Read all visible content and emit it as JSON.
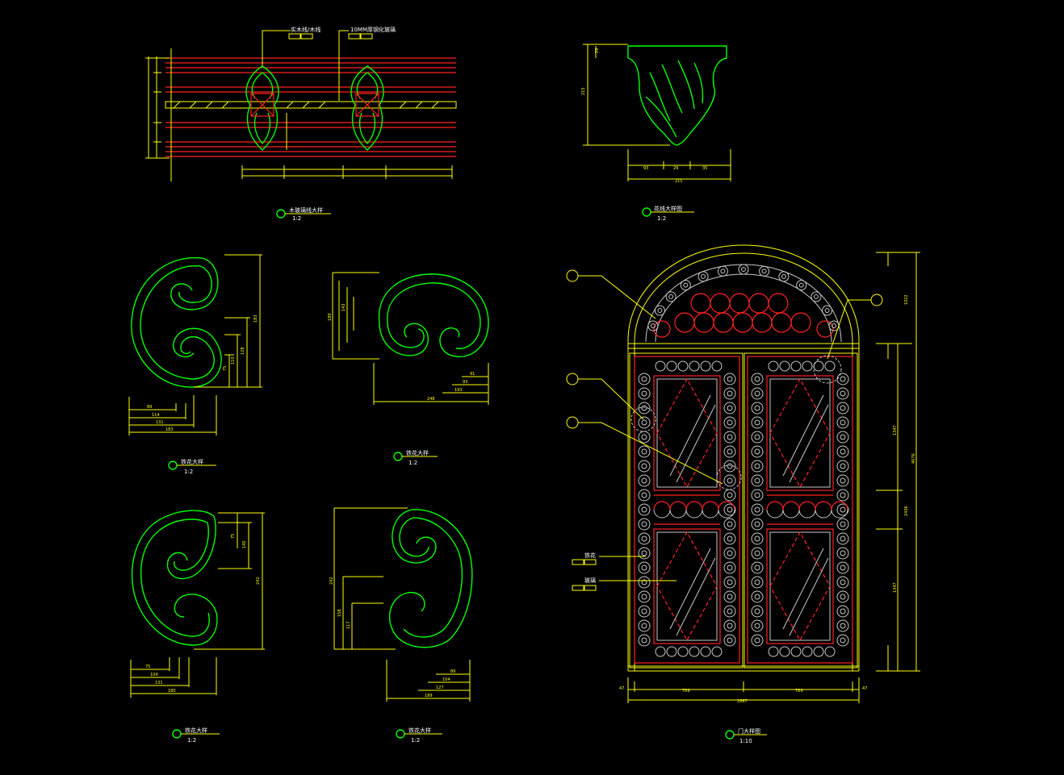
{
  "colors": {
    "background": "#000000",
    "dimension": "#ffff00",
    "profile": "#00ff00",
    "frame": "#ff2222",
    "ironwork": "#c8c8c8",
    "glass": "#00ffff"
  },
  "notes": {
    "top_note_1": "实木线/木线",
    "top_note_2": "10MM厚钢化玻璃",
    "door_note_flower": "铁花",
    "door_note_glass": "玻璃"
  },
  "titles": {
    "title_1": "木玻璃线大样",
    "title_2": "花线大样图",
    "title_3": "铁花大样",
    "title_4": "铁花大样",
    "title_5": "铁花大样",
    "title_6": "铁花大样",
    "title_7": "门大样图"
  },
  "scales": {
    "s1": "1:2",
    "s2": "1:2",
    "s3": "1:2",
    "s4": "1:2",
    "s5": "1:2",
    "s6": "1:2",
    "s7": "1:10"
  },
  "dims": {
    "d_215": "215",
    "d_93": "93",
    "d_29": "29",
    "d_35": "35",
    "d_248": "248",
    "d_193": "193",
    "d_91": "91",
    "d_189": "189",
    "d_131": "131",
    "d_158": "158",
    "d_114": "114",
    "d_89": "89",
    "d_180": "180",
    "d_127": "127",
    "d_104": "104",
    "d_183": "183",
    "d_128": "128",
    "d_110": "110",
    "d_143": "143",
    "d_242": "242",
    "d_145": "145",
    "d_117": "117",
    "d_75": "75",
    "d_789a": "789",
    "d_789b": "789",
    "d_47a": "47",
    "d_47b": "47",
    "d_1667": "1667",
    "d_1347": "1347",
    "d_2436": "2436",
    "d_1022": "1022",
    "d_4076": "4076"
  }
}
